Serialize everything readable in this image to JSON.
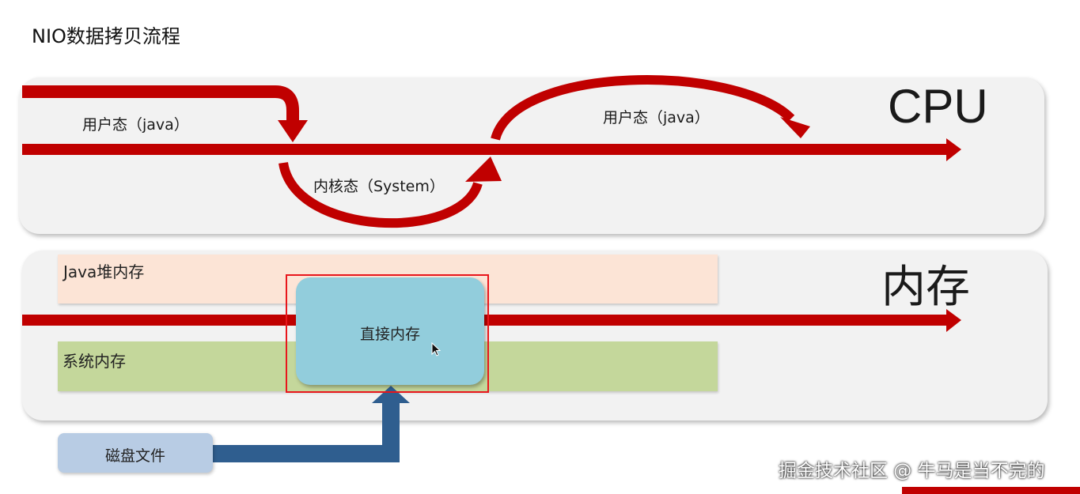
{
  "title": "NIO数据拷贝流程",
  "cpu_panel": {
    "label": "CPU",
    "user_mode_label_1": "用户态（java）",
    "user_mode_label_2": "用户态（java）",
    "kernel_mode_label": "内核态（System）"
  },
  "memory_panel": {
    "label": "内存",
    "java_heap_label": "Java堆内存",
    "system_memory_label": "系统内存",
    "direct_memory_label": "直接内存"
  },
  "disk_file_label": "磁盘文件",
  "watermark": "掘金技术社区 @ 牛马是当不完的",
  "colors": {
    "arrow_red": "#c00000",
    "arrow_blue": "#2f5e8f",
    "panel": "#f2f2f2",
    "heap": "#fce4d6",
    "system_memory": "#c4d79b",
    "direct_memory": "#92cddc",
    "disk_file": "#b8cce4",
    "highlight": "#e8161c"
  }
}
